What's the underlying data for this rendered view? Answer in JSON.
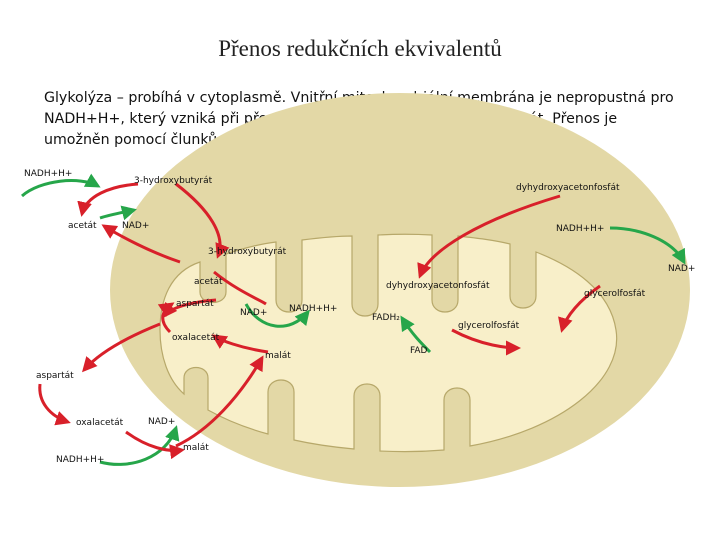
{
  "title": "Přenos redukčních ekvivalentů",
  "intro": "Glykolýza – probíhá v cytoplasmě. Vnitřní mitochondriální membrána je nepropustná pro NADH+H+, který vzniká při přeměně glyceraldehydfosfátu na pyruvát. Přenos je umožněn pomocí člunků.",
  "colors": {
    "outer_membrane": "#e3d8a6",
    "matrix": "#f8efc9",
    "cristae_stroke": "#b7a86a",
    "arrow_red": "#d8202a",
    "arrow_green": "#26a64a"
  },
  "labels": {
    "nadh_top_left": "NADH+H+",
    "hydroxybutyrate_outer": "3-hydroxybutyrát",
    "dihydroxyacetone_outer": "dyhydroxyacetonfosfát",
    "acetate_outer": "acetát",
    "nad_outer_left": "NAD+",
    "nadh_outer_right": "NADH+H+",
    "hydroxybutyrate_inner": "3-hydroxybutyrát",
    "nad_far_right": "NAD+",
    "acetate_inner": "acetát",
    "dihydroxyacetone_inner": "dyhydroxyacetonfosfát",
    "glycerolphosphate_outer": "glycerolfosfát",
    "aspartate_inner": "aspartát",
    "nad_inner": "NAD+",
    "nadh_inner": "NADH+H+",
    "fadh2": "FADH₂",
    "glycerolphosphate_inner": "glycerolfosfát",
    "oxaloacetate_inner": "oxalacetát",
    "malate_inner": "malát",
    "fad": "FAD",
    "aspartate_outer": "aspartát",
    "oxaloacetate_outer": "oxalacetát",
    "nad_bottom": "NAD+",
    "malate_outer": "malát",
    "nadh_bottom": "NADH+H+"
  }
}
